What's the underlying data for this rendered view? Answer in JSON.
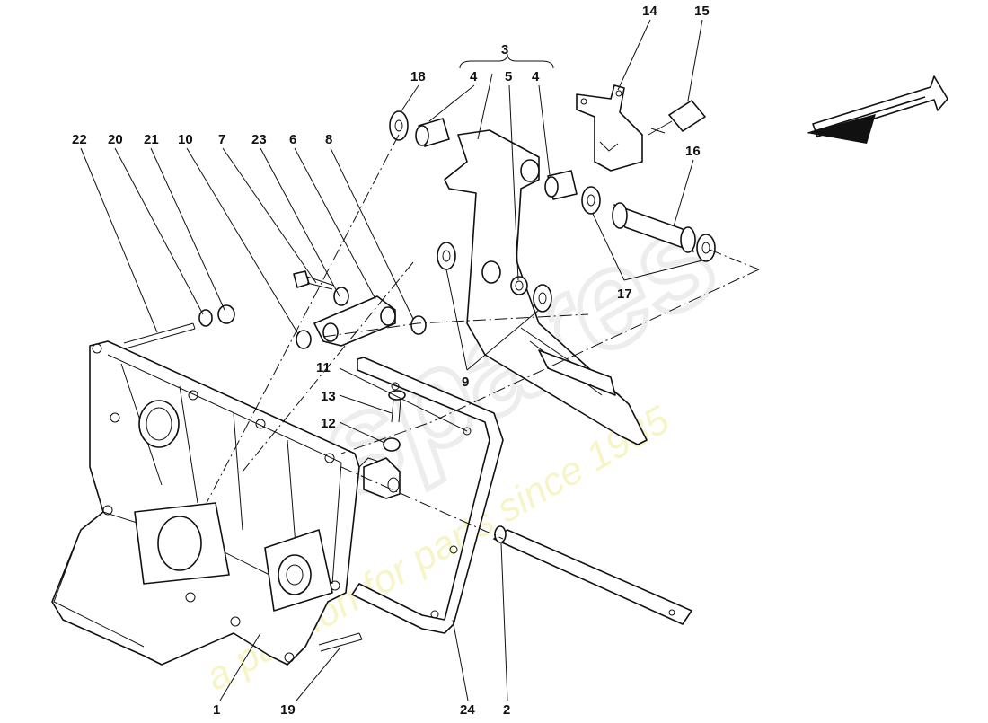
{
  "watermark": {
    "brand": "eurospares",
    "tagline": "a passion for parts since 1985"
  },
  "callouts": [
    {
      "id": "c1",
      "label": "1"
    },
    {
      "id": "c2",
      "label": "2"
    },
    {
      "id": "c3",
      "label": "3"
    },
    {
      "id": "c4a",
      "label": "4"
    },
    {
      "id": "c4b",
      "label": "4"
    },
    {
      "id": "c5",
      "label": "5"
    },
    {
      "id": "c6",
      "label": "6"
    },
    {
      "id": "c7",
      "label": "7"
    },
    {
      "id": "c8",
      "label": "8"
    },
    {
      "id": "c9",
      "label": "9"
    },
    {
      "id": "c10",
      "label": "10"
    },
    {
      "id": "c11",
      "label": "11"
    },
    {
      "id": "c12",
      "label": "12"
    },
    {
      "id": "c13",
      "label": "13"
    },
    {
      "id": "c14",
      "label": "14"
    },
    {
      "id": "c15",
      "label": "15"
    },
    {
      "id": "c16",
      "label": "16"
    },
    {
      "id": "c17",
      "label": "17"
    },
    {
      "id": "c18",
      "label": "18"
    },
    {
      "id": "c19",
      "label": "19"
    },
    {
      "id": "c20",
      "label": "20"
    },
    {
      "id": "c21",
      "label": "21"
    },
    {
      "id": "c22",
      "label": "22"
    },
    {
      "id": "c23",
      "label": "23"
    },
    {
      "id": "c24",
      "label": "24"
    }
  ]
}
